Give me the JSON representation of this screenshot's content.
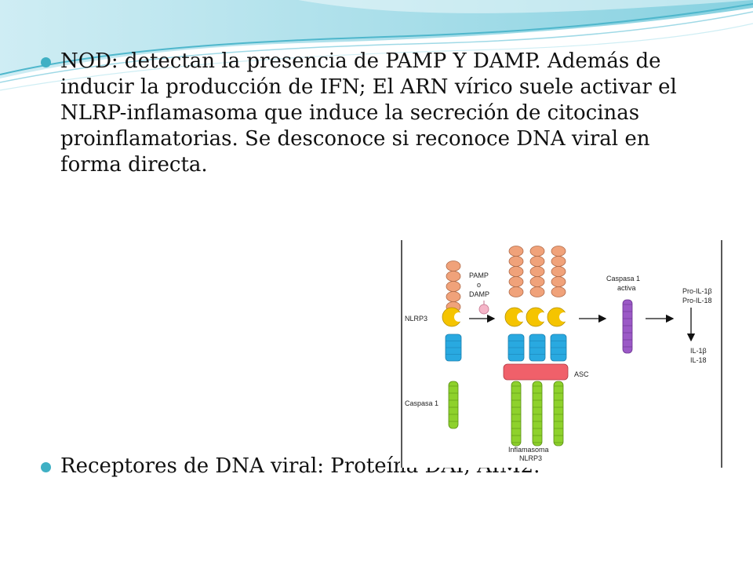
{
  "slide": {
    "bullets": [
      "NOD: detectan la presencia de PAMP Y DAMP. Además de inducir la producción de IFN; El ARN vírico suele activar el NLRP-inflamasoma que induce la secreción de citocinas proinflamatorias. Se desconoce si reconoce DNA viral en forma directa.",
      "Receptores de DNA viral: Proteína DAI, AIM2."
    ]
  },
  "diagram": {
    "labels": {
      "nlrp3": "NLRP3",
      "pamp": "PAMP",
      "o": "o",
      "damp": "DAMP",
      "caspasa1": "Caspasa 1",
      "caspasa1_activa_1": "Caspasa 1",
      "caspasa1_activa_2": "activa",
      "pro_il1b": "Pro-IL-1β",
      "pro_il18": "Pro-IL-18",
      "il1b": "IL-1β",
      "il18": "IL-18",
      "asc": "ASC",
      "inflamasoma_1": "Inflamasoma",
      "inflamasoma_2": "NLRP3"
    },
    "colors": {
      "lrr": "#f0a27a",
      "nacht": "#f5c400",
      "pyd": "#29a9e0",
      "card": "#8ed12c",
      "asc": "#f0606a",
      "active_caspase": "#9b59c6",
      "accent": "#3fb0c4"
    }
  }
}
